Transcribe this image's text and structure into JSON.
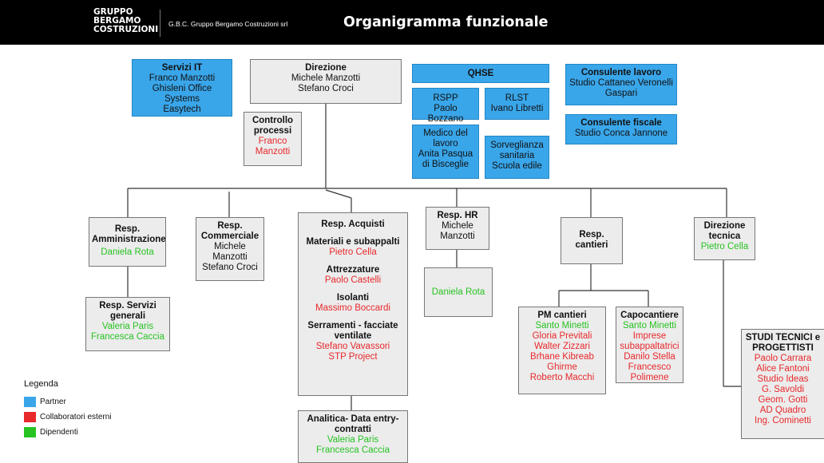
{
  "header": {
    "logo_lines": [
      "GRUPPO",
      "BERGAMO",
      "COSTRUZIONI"
    ],
    "company": "G.B.C. Gruppo Bergamo Costruzioni srl",
    "title": "Organigramma funzionale"
  },
  "colors": {
    "partner": "#3aa6ea",
    "external": "#e8282b",
    "employee": "#27c322",
    "box_gray": "#ececec"
  },
  "servizi_it": {
    "title": "Servizi IT",
    "lines": [
      "Franco Manzotti",
      "Ghisleni Office Systems",
      "Easytech"
    ]
  },
  "direzione": {
    "title": "Direzione",
    "lines": [
      "Michele Manzotti",
      "Stefano Croci"
    ]
  },
  "qhse": {
    "title": "QHSE",
    "rspp": {
      "title": "RSPP",
      "name": "Paolo Bozzano"
    },
    "rlst": {
      "title": "RLST",
      "name": "Ivano Libretti"
    },
    "medico": {
      "title": "Medico del lavoro",
      "name": "Anita Pasqua di Bisceglie"
    },
    "sorveglianza": {
      "text": "Sorveglianza sanitaria Scuola edile"
    }
  },
  "consulente_lavoro": {
    "title": "Consulente lavoro",
    "name": "Studio Cattaneo Veronelli Gaspari"
  },
  "consulente_fiscale": {
    "title": "Consulente fiscale",
    "name": "Studio Conca Jannone"
  },
  "controllo": {
    "title": "Controllo processi",
    "name": "Franco Manzotti"
  },
  "amministrazione": {
    "title": "Resp. Amministrazione",
    "name": "Daniela Rota"
  },
  "servizi_generali": {
    "title": "Resp. Servizi generali",
    "names": [
      "Valeria Paris",
      "Francesca Caccia"
    ]
  },
  "commerciale": {
    "title": "Resp. Commerciale",
    "names": [
      "Michele Manzotti",
      "Stefano Croci"
    ]
  },
  "acquisti": {
    "title": "Resp. Acquisti",
    "sections": [
      {
        "title": "Materiali e subappalti",
        "names": [
          "Pietro Cella"
        ]
      },
      {
        "title": "Attrezzature",
        "names": [
          "Paolo Castelli"
        ]
      },
      {
        "title": "Isolanti",
        "names": [
          "Massimo Boccardi"
        ]
      },
      {
        "title": "Serramenti - facciate ventilate",
        "names": [
          "Stefano Vavassori",
          "STP Project"
        ]
      }
    ]
  },
  "analitica": {
    "title": "Analitica- Data entry-contratti",
    "names": [
      "Valeria Paris",
      "Francesca Caccia"
    ]
  },
  "hr": {
    "title": "Resp. HR",
    "name": "Michele Manzotti"
  },
  "hr_sub": {
    "name": "Daniela Rota"
  },
  "cantieri": {
    "title": "Resp. cantieri"
  },
  "pm_cantieri": {
    "title": "PM cantieri",
    "employee": [
      "Santo Minetti"
    ],
    "external": [
      "Gloria Previtali",
      "Walter Zizzari",
      "Brhane Kibreab Ghirme",
      "Roberto Macchi"
    ]
  },
  "capocantiere": {
    "title": "Capocantiere",
    "employee": [
      "Santo Minetti"
    ],
    "external": [
      "Imprese subappaltatrici",
      "Danilo Stella",
      "Francesco Polimene"
    ]
  },
  "direzione_tecnica": {
    "title": "Direzione tecnica",
    "name": "Pietro Cella"
  },
  "studi_tecnici": {
    "title": "STUDI TECNICI e PROGETTISTI",
    "names": [
      "Paolo Carrara",
      "Alice Fantoni",
      "Studio Ideas",
      "G. Savoldi",
      "Geom. Gotti",
      "AD Quadro",
      "Ing. Cominetti"
    ]
  },
  "legend": {
    "title": "Legenda",
    "items": [
      {
        "label": "Partner",
        "color": "#3aa6ea"
      },
      {
        "label": "Collaboratori esterni",
        "color": "#e8282b"
      },
      {
        "label": "Dipendenti",
        "color": "#27c322"
      }
    ]
  }
}
